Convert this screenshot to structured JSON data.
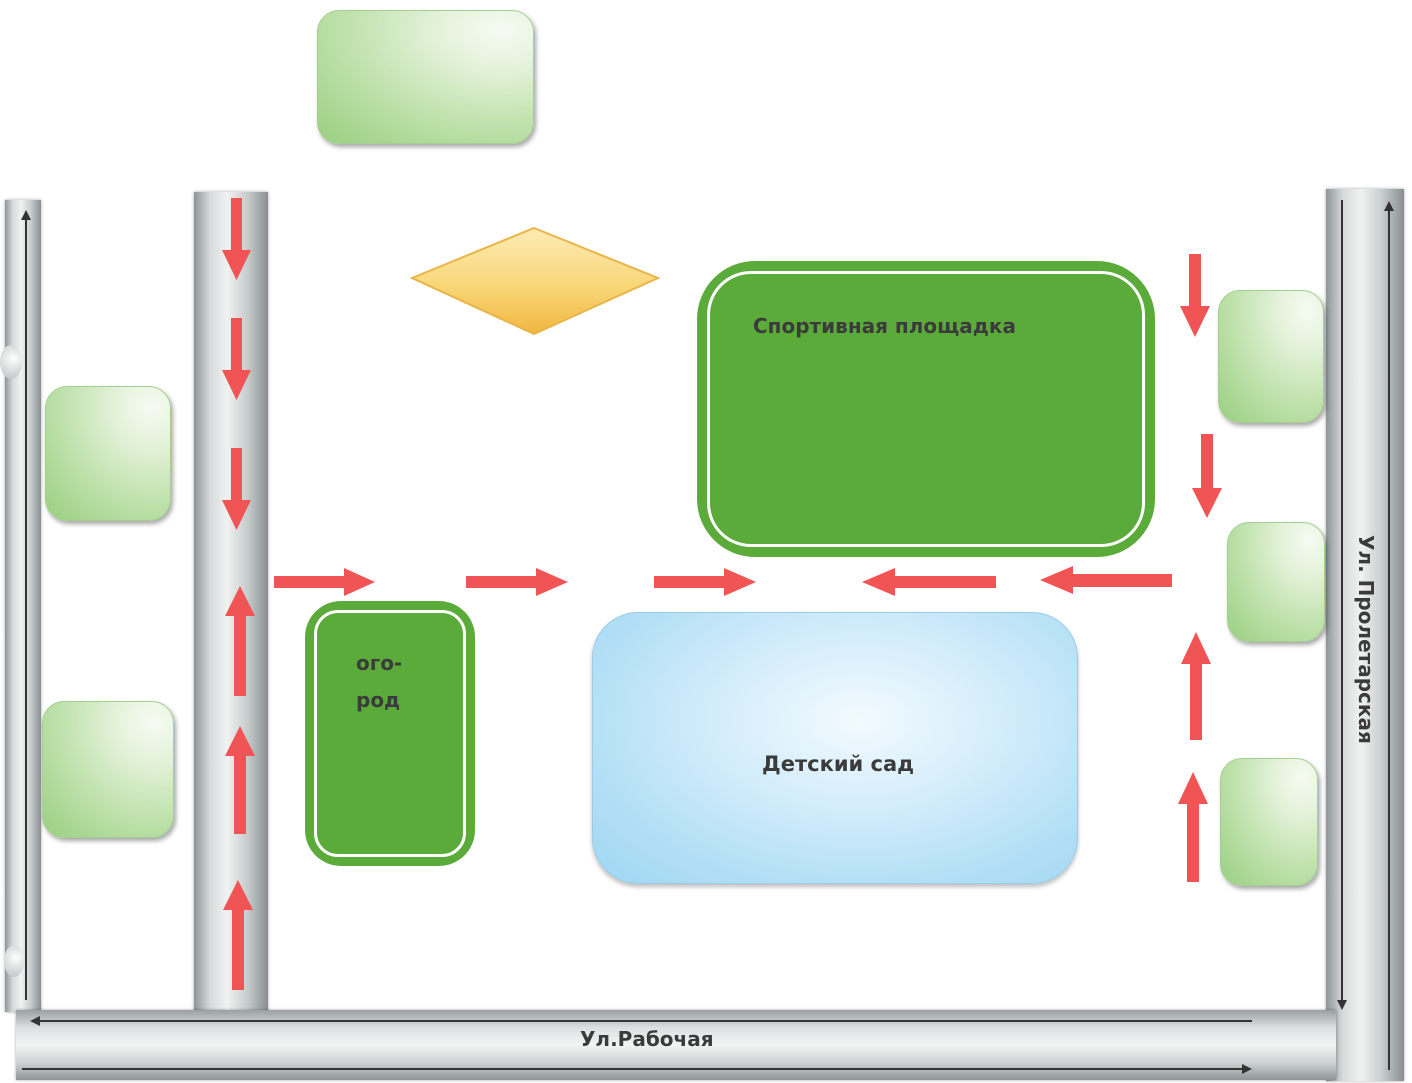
{
  "colors": {
    "arrow": "#f05454",
    "sport_green": "#5bab3b",
    "kindergarten_blue": "#b5e0f6",
    "road_gray": "#c7cccc",
    "diamond_yellow": "#f7d36b"
  },
  "zones": {
    "sport": "Спортивная площадка",
    "garden_line1": "ого-",
    "garden_line2": "род",
    "kindergarten": "Детский сад"
  },
  "streets": {
    "bottom": "Ул.Рабочая",
    "right": "Ул. Пролетарская"
  }
}
